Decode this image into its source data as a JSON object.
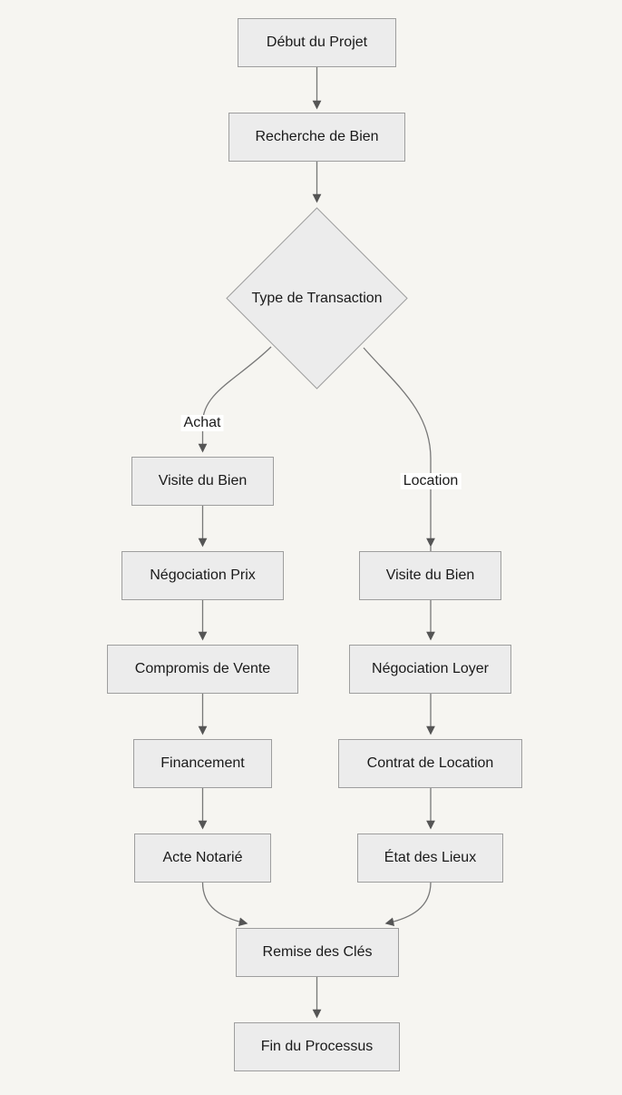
{
  "diagram": {
    "type": "flowchart",
    "direction": "top-down",
    "nodes": {
      "debut": {
        "label": "Début du Projet",
        "shape": "rect"
      },
      "recherche": {
        "label": "Recherche de Bien",
        "shape": "rect"
      },
      "type_transaction": {
        "label": "Type de Transaction",
        "shape": "diamond"
      },
      "visite_achat": {
        "label": "Visite du Bien",
        "shape": "rect"
      },
      "negociation_prix": {
        "label": "Négociation Prix",
        "shape": "rect"
      },
      "compromis": {
        "label": "Compromis de Vente",
        "shape": "rect"
      },
      "financement": {
        "label": "Financement",
        "shape": "rect"
      },
      "acte_notarie": {
        "label": "Acte Notarié",
        "shape": "rect"
      },
      "visite_location": {
        "label": "Visite du Bien",
        "shape": "rect"
      },
      "negociation_loyer": {
        "label": "Négociation Loyer",
        "shape": "rect"
      },
      "contrat_location": {
        "label": "Contrat de Location",
        "shape": "rect"
      },
      "etat_des_lieux": {
        "label": "État des Lieux",
        "shape": "rect"
      },
      "remise_cles": {
        "label": "Remise des Clés",
        "shape": "rect"
      },
      "fin": {
        "label": "Fin du Processus",
        "shape": "rect"
      }
    },
    "edge_labels": {
      "achat": "Achat",
      "location": "Location"
    },
    "edges": [
      {
        "from": "debut",
        "to": "recherche",
        "label": ""
      },
      {
        "from": "recherche",
        "to": "type_transaction",
        "label": ""
      },
      {
        "from": "type_transaction",
        "to": "visite_achat",
        "label": "Achat"
      },
      {
        "from": "type_transaction",
        "to": "visite_location",
        "label": "Location"
      },
      {
        "from": "visite_achat",
        "to": "negociation_prix",
        "label": ""
      },
      {
        "from": "negociation_prix",
        "to": "compromis",
        "label": ""
      },
      {
        "from": "compromis",
        "to": "financement",
        "label": ""
      },
      {
        "from": "financement",
        "to": "acte_notarie",
        "label": ""
      },
      {
        "from": "visite_location",
        "to": "negociation_loyer",
        "label": ""
      },
      {
        "from": "negociation_loyer",
        "to": "contrat_location",
        "label": ""
      },
      {
        "from": "contrat_location",
        "to": "etat_des_lieux",
        "label": ""
      },
      {
        "from": "acte_notarie",
        "to": "remise_cles",
        "label": ""
      },
      {
        "from": "etat_des_lieux",
        "to": "remise_cles",
        "label": ""
      },
      {
        "from": "remise_cles",
        "to": "fin",
        "label": ""
      }
    ]
  },
  "colors": {
    "background": "#f6f5f1",
    "node_fill": "#ececec",
    "node_border": "#9e9e9e",
    "edge": "#777777",
    "arrowhead": "#555555",
    "text": "#1a1a1a",
    "edge_label_bg": "#ffffff"
  }
}
